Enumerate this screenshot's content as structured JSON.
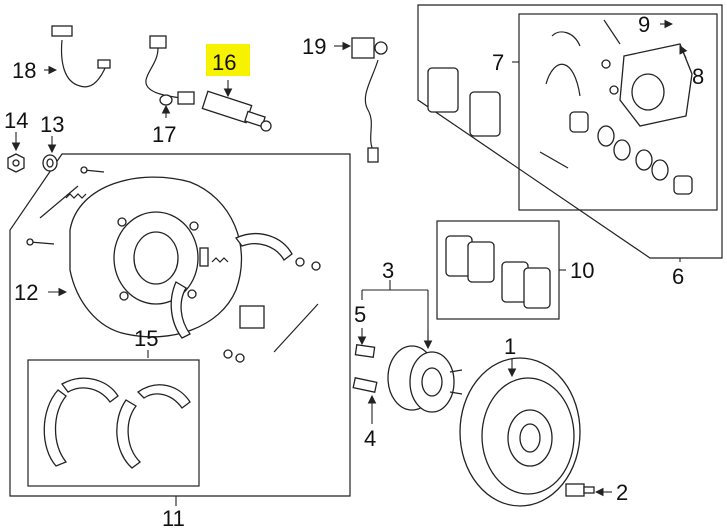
{
  "diagram": {
    "highlight_color": "#f7f200",
    "highlighted_callout": "16",
    "callouts": {
      "c1": "1",
      "c2": "2",
      "c3": "3",
      "c4": "4",
      "c5": "5",
      "c6": "6",
      "c7": "7",
      "c8": "8",
      "c9": "9",
      "c10": "10",
      "c11": "11",
      "c12": "12",
      "c13": "13",
      "c14": "14",
      "c15": "15",
      "c16": "16",
      "c17": "17",
      "c18": "18",
      "c19": "19"
    }
  }
}
